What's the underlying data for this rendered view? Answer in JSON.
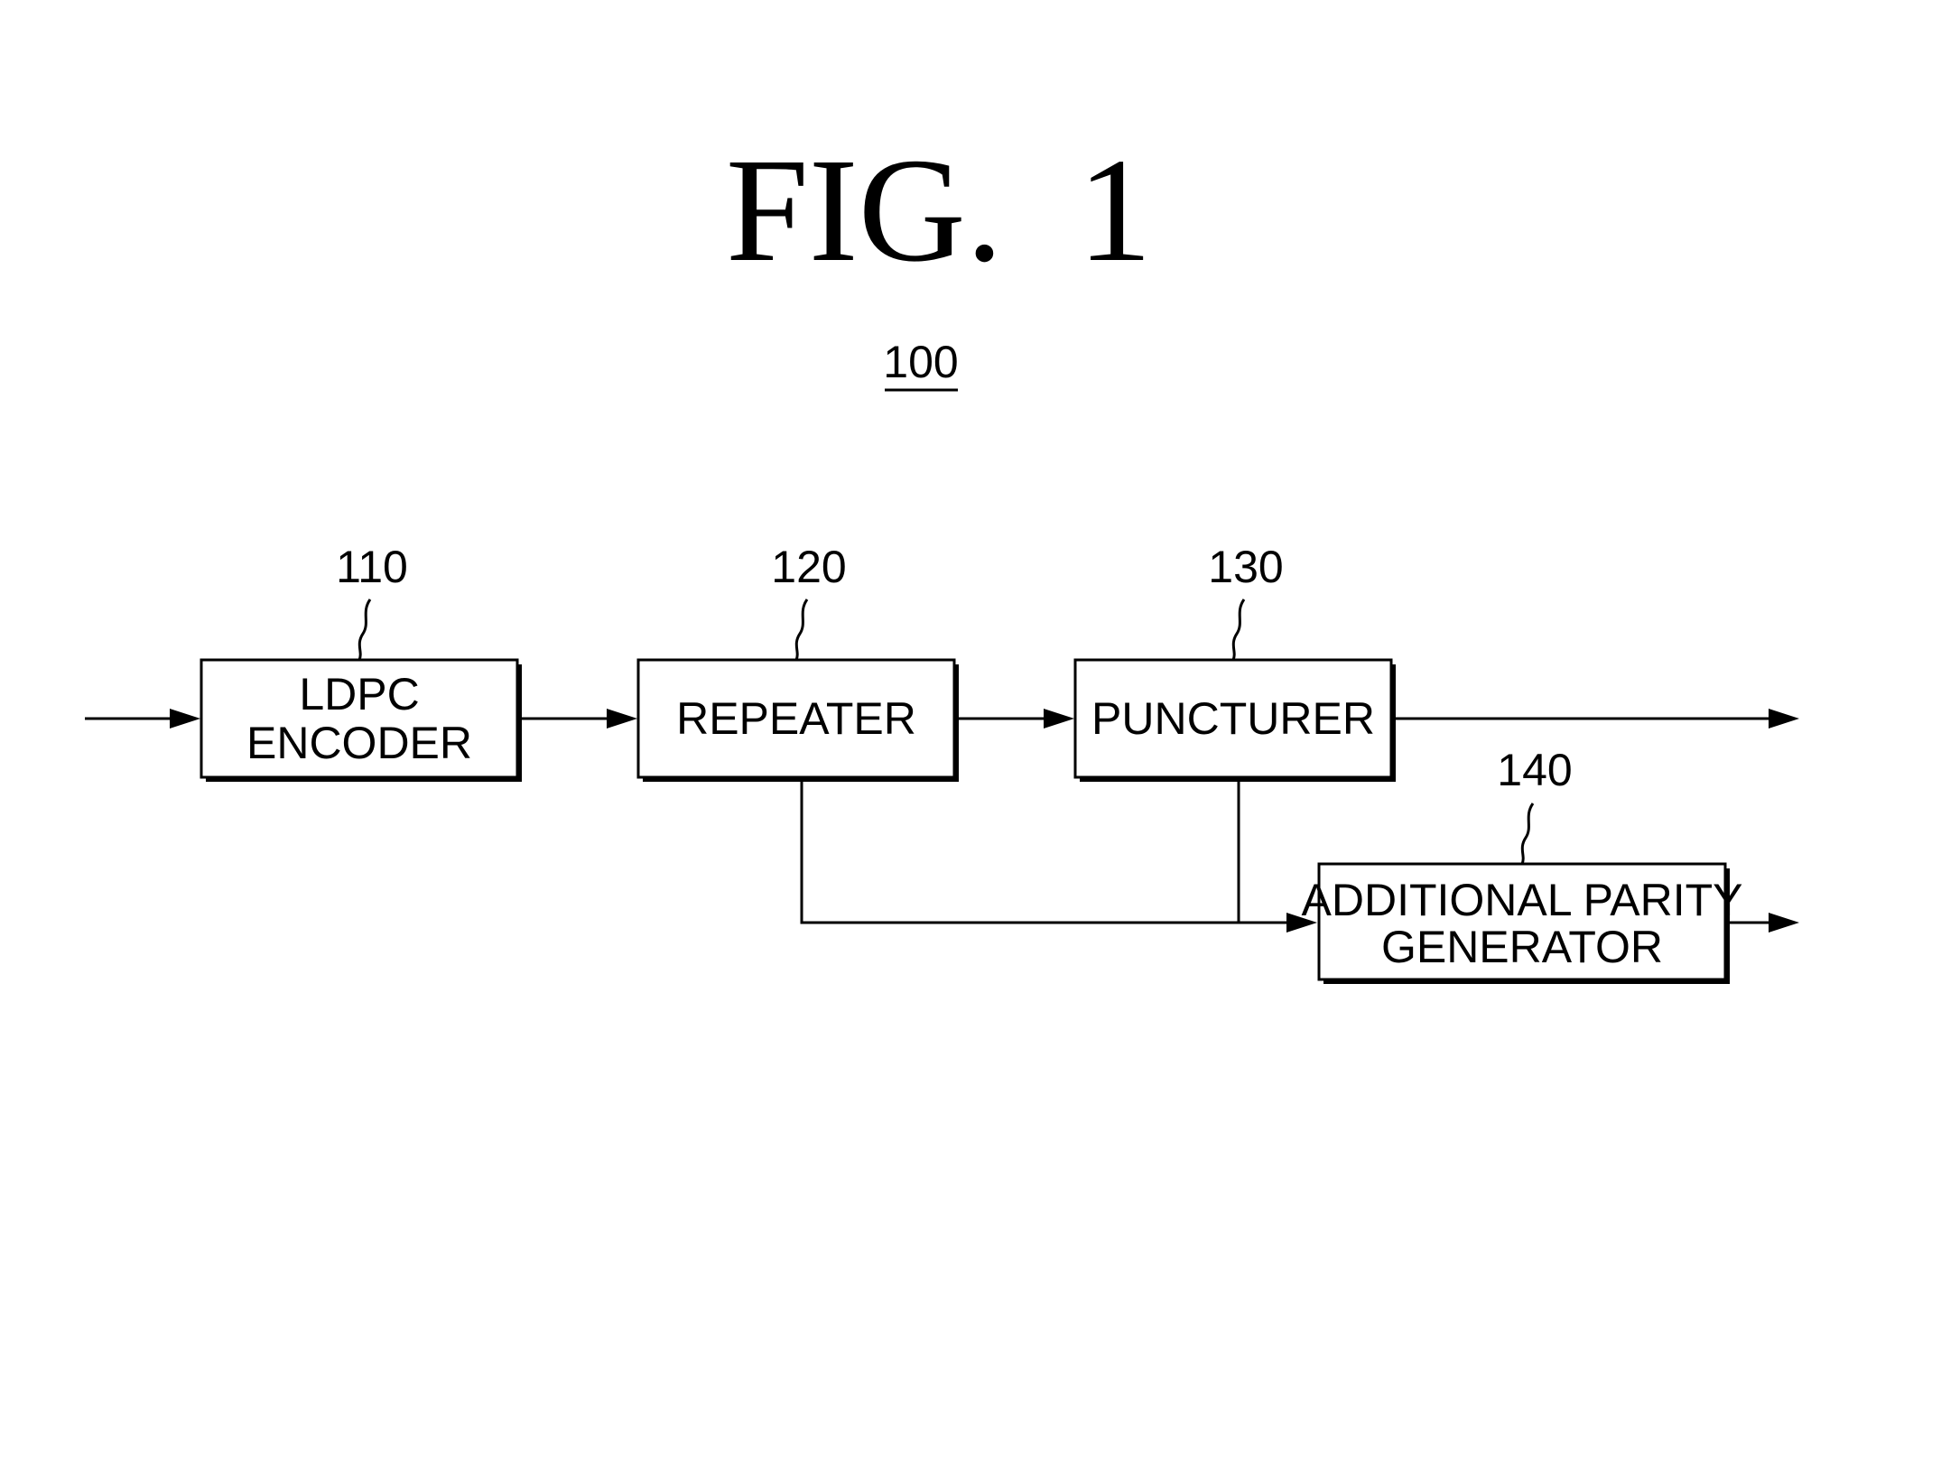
{
  "figure": {
    "title": "FIG.  1",
    "system_ref": "100"
  },
  "blocks": [
    {
      "id": "ldpc-encoder",
      "ref": "110",
      "lines": [
        "LDPC",
        "ENCODER"
      ]
    },
    {
      "id": "repeater",
      "ref": "120",
      "lines": [
        "REPEATER"
      ]
    },
    {
      "id": "puncturer",
      "ref": "130",
      "lines": [
        "PUNCTURER"
      ]
    },
    {
      "id": "additional-parity-generator",
      "ref": "140",
      "lines": [
        "ADDITIONAL PARITY",
        "GENERATOR"
      ]
    }
  ],
  "connections": [
    {
      "from": "input",
      "to": "ldpc-encoder"
    },
    {
      "from": "ldpc-encoder",
      "to": "repeater"
    },
    {
      "from": "repeater",
      "to": "puncturer"
    },
    {
      "from": "puncturer",
      "to": "output"
    },
    {
      "from": "repeater",
      "to": "additional-parity-generator"
    },
    {
      "from": "puncturer",
      "to": "additional-parity-generator"
    },
    {
      "from": "additional-parity-generator",
      "to": "output"
    }
  ]
}
